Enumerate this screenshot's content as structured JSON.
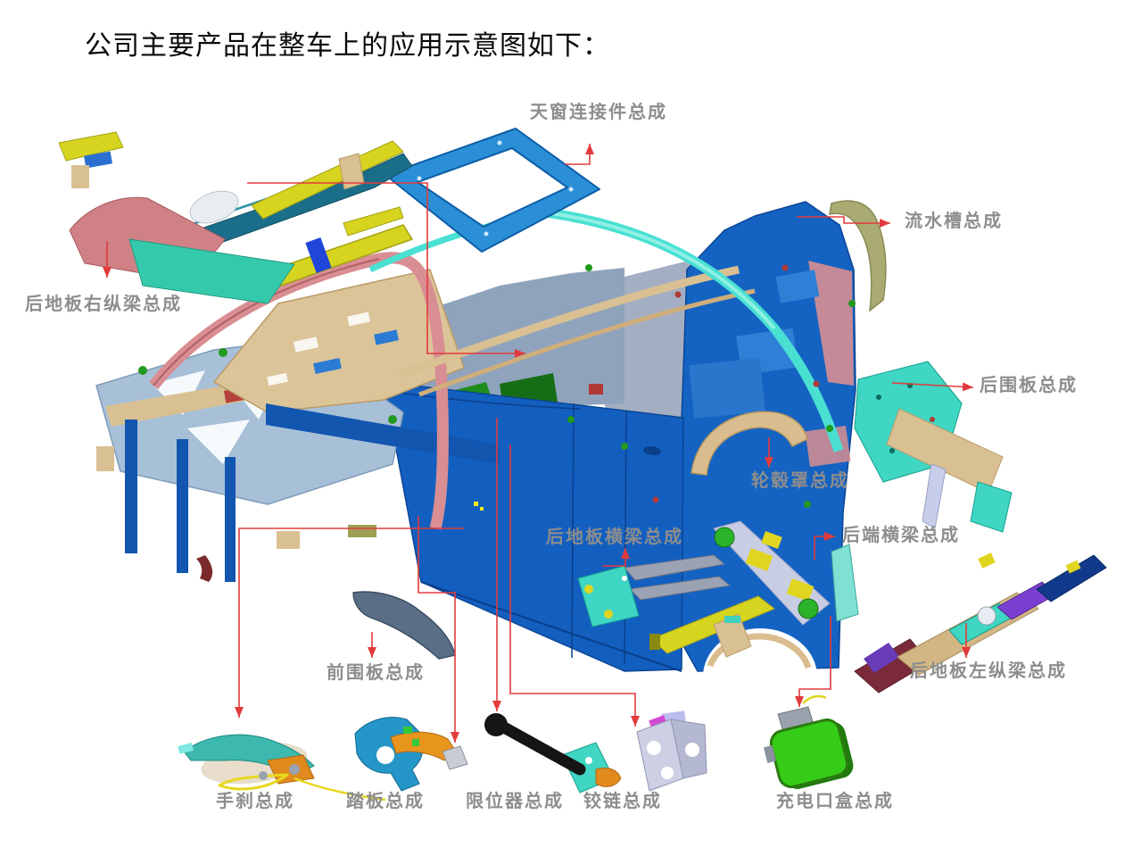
{
  "title": "公司主要产品在整车上的应用示意图如下：",
  "colors": {
    "leader_red": "#e23b3b",
    "label_gray": "#8d8d8d",
    "body_blue": "#1463c2"
  },
  "figure": {
    "callouts": {
      "sunroof_connector": "天窗连接件总成",
      "water_channel": "流水槽总成",
      "rear_floor_right_rail": "后地板右纵梁总成",
      "rear_panel": "后围板总成",
      "wheel_hub_cover": "轮毂罩总成",
      "rear_floor_crossbeam": "后地板横梁总成",
      "rear_end_crossbeam": "后端横梁总成",
      "front_dash_panel": "前围板总成",
      "rear_floor_left_rail": "后地板左纵梁总成",
      "handbrake": "手刹总成",
      "pedal": "踏板总成",
      "door_limiter": "限位器总成",
      "hinge": "铰链总成",
      "charging_port_box": "充电口盒总成"
    }
  }
}
